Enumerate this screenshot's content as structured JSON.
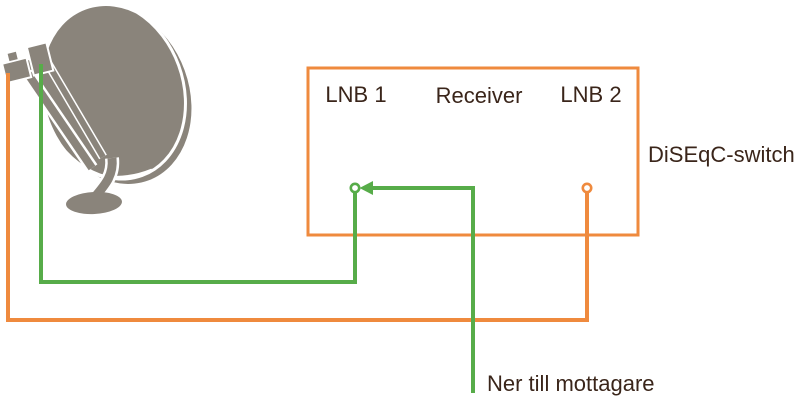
{
  "diagram": {
    "type": "satellite-diseqc-wiring-diagram",
    "switch_box": {
      "lnb1_label": "LNB 1",
      "receiver_label": "Receiver",
      "lnb2_label": "LNB 2",
      "name_label": "DiSEqC-switch"
    },
    "annotations": {
      "down_to_receiver_label": "Ner till mottagare"
    },
    "icons": {
      "satellite_dish": "satellite-dish-icon",
      "lnb1_port": "circle-port",
      "lnb2_port": "circle-port",
      "receiver_arrow": "arrow-left-icon"
    },
    "colors": {
      "cable_green": "#57AC49",
      "cable_orange": "#EF8A3E",
      "dish_gray": "#8A847B",
      "text_dark": "#3A251A",
      "background": "#FFFFFF"
    }
  }
}
